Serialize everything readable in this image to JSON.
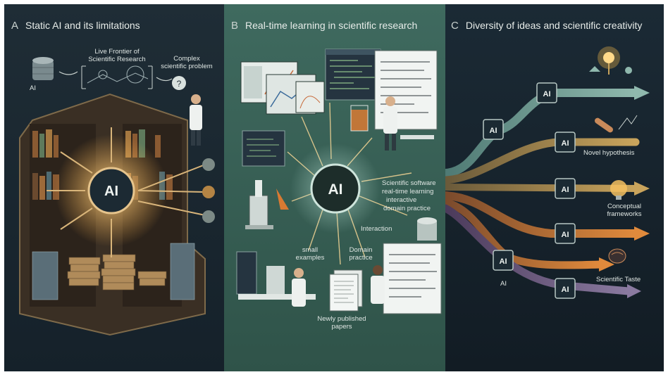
{
  "panels": {
    "a": {
      "letter": "A",
      "title": "Static AI and its limitations",
      "labels": {
        "ai_small": "AI",
        "frontier": "Live Frontier of\nScientific Research",
        "complex": "Complex\nscientific problem",
        "ai_core": "AI"
      }
    },
    "b": {
      "letter": "B",
      "title": "Real-time learning in scientific research",
      "labels": {
        "ai_core": "AI",
        "sci_software": "Scientific software",
        "realtime": "real-time learning",
        "interactive": "interactive",
        "domain_practice": "domain practice",
        "interaction": "Interaction",
        "small_examples": "small\nexamples",
        "domain_practice_2": "Domain\npractice",
        "newly_published": "Newly published\npapers"
      }
    },
    "c": {
      "letter": "C",
      "title": "Diversity of ideas and scientific creativity",
      "labels": {
        "novel_hypothesis": "Novel hypothesis",
        "conceptual": "Conceptual\nframeworks",
        "scientific_taste": "Scientific Taste",
        "ai_label": "AI",
        "node_ai": "AI"
      }
    }
  },
  "colors": {
    "panel_a_bg": "#1f2d36",
    "panel_b_bg": "#3f6a5f",
    "panel_c_bg": "#1b2a35",
    "accent_orange": "#e0a04a",
    "accent_teal": "#7fb4a8"
  }
}
